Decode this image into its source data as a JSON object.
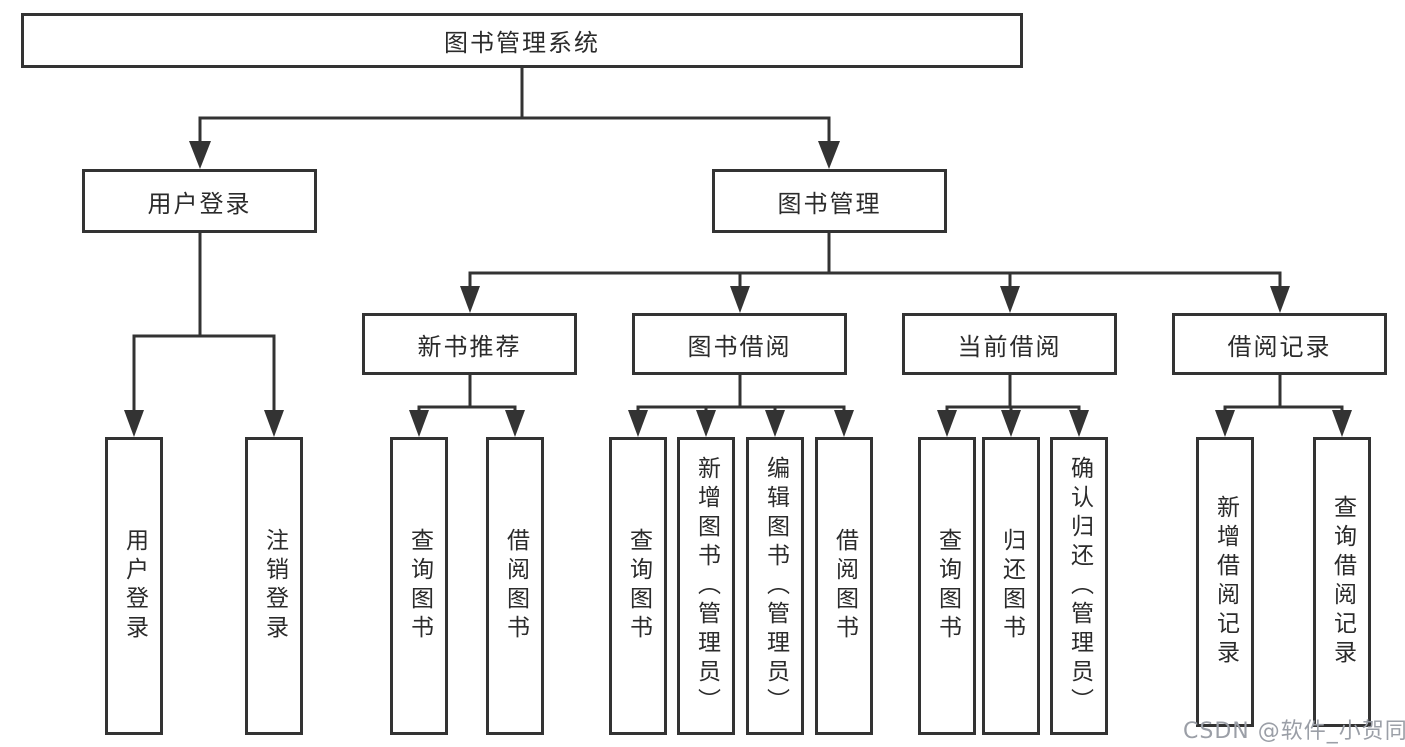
{
  "colors": {
    "line": "#333333",
    "box_border": "#333333",
    "text": "#2b2b2b",
    "background": "#ffffff",
    "watermark": "#9b9fa7"
  },
  "watermark": {
    "text": "CSDN @软件_小贺同学"
  },
  "tree": {
    "label": "图书管理系统",
    "children": [
      {
        "label": "用户登录",
        "children": [
          {
            "label": "用户登录"
          },
          {
            "label": "注销登录"
          }
        ]
      },
      {
        "label": "图书管理",
        "children": [
          {
            "label": "新书推荐",
            "children": [
              {
                "label": "查询图书"
              },
              {
                "label": "借阅图书"
              }
            ]
          },
          {
            "label": "图书借阅",
            "children": [
              {
                "label": "查询图书"
              },
              {
                "label": "新增图书（管理员）"
              },
              {
                "label": "编辑图书（管理员）"
              },
              {
                "label": "借阅图书"
              }
            ]
          },
          {
            "label": "当前借阅",
            "children": [
              {
                "label": "查询图书"
              },
              {
                "label": "归还图书"
              },
              {
                "label": "确认归还（管理员）"
              }
            ]
          },
          {
            "label": "借阅记录",
            "children": [
              {
                "label": "新增借阅记录"
              },
              {
                "label": "查询借阅记录"
              }
            ]
          }
        ]
      }
    ]
  }
}
